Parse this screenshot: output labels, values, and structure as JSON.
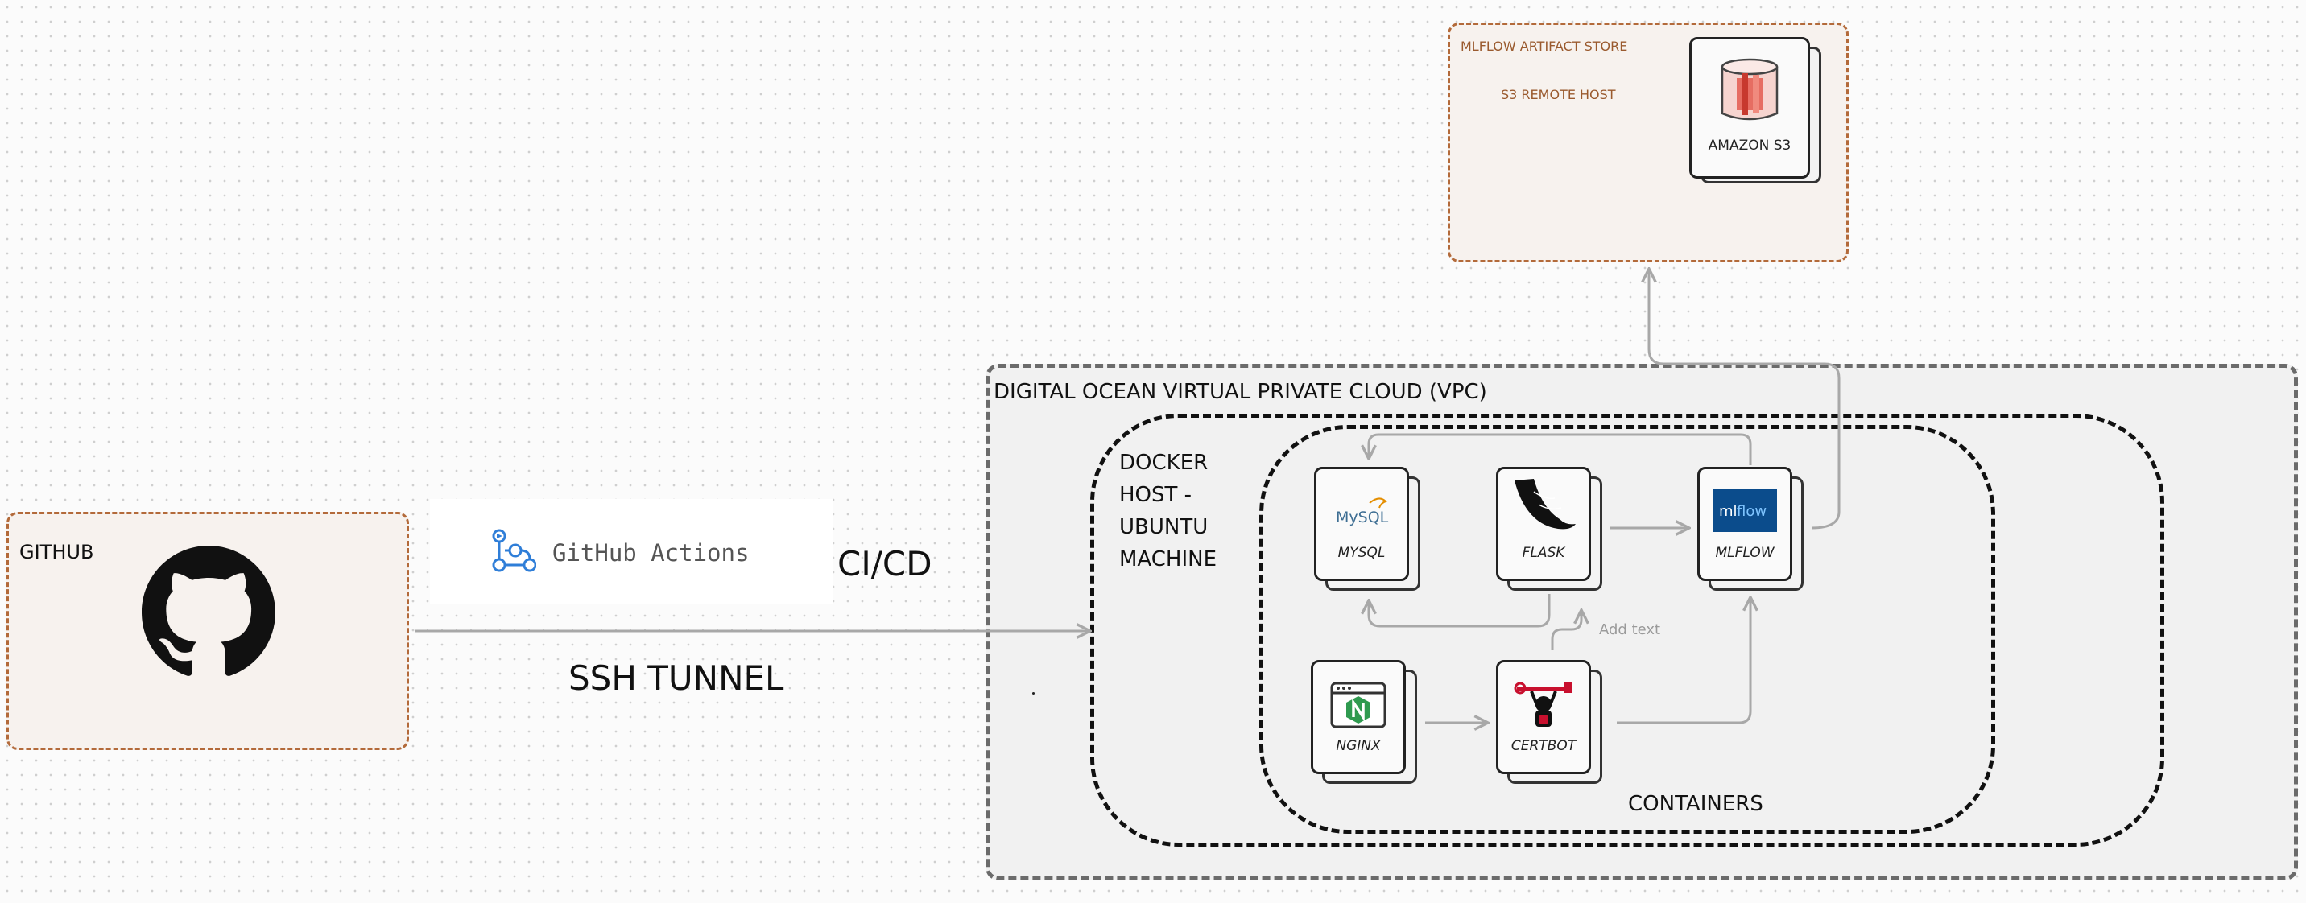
{
  "regions": {
    "artifact_store": "MLFLOW ARTIFACT STORE",
    "s3_remote_host": "S3 REMOTE HOST",
    "vpc": "DIGITAL OCEAN VIRTUAL PRIVATE CLOUD (VPC)",
    "docker_host": [
      "DOCKER",
      "HOST -",
      "UBUNTU",
      "MACHINE"
    ],
    "containers": "CONTAINERS",
    "github": "GITHUB"
  },
  "labels": {
    "github_actions": "GitHub Actions",
    "cicd": "CI/CD",
    "ssh_tunnel": "SSH TUNNEL",
    "add_text": "Add text"
  },
  "nodes": {
    "amazon_s3": "AMAZON S3",
    "mysql": "MYSQL",
    "flask": "FLASK",
    "mlflow": "MLFLOW",
    "nginx": "NGINX",
    "certbot": "CERTBOT"
  },
  "logo_text": {
    "mysql": "MySQL",
    "mlflow_ml": "ml",
    "mlflow_flow": "flow"
  },
  "colors": {
    "orange_border": "#b36a3a",
    "connector": "#a8a8a8",
    "mlflow_blue": "#0b4c8c",
    "nginx_green": "#2f9a4f",
    "certbot_red": "#c8102e",
    "actions_blue": "#2f7ed8"
  },
  "icons": [
    "github-icon",
    "github-actions-icon",
    "s3-bucket-icon",
    "mysql-dolphin-icon",
    "flask-horn-icon",
    "mlflow-logo-icon",
    "nginx-icon",
    "certbot-icon"
  ]
}
